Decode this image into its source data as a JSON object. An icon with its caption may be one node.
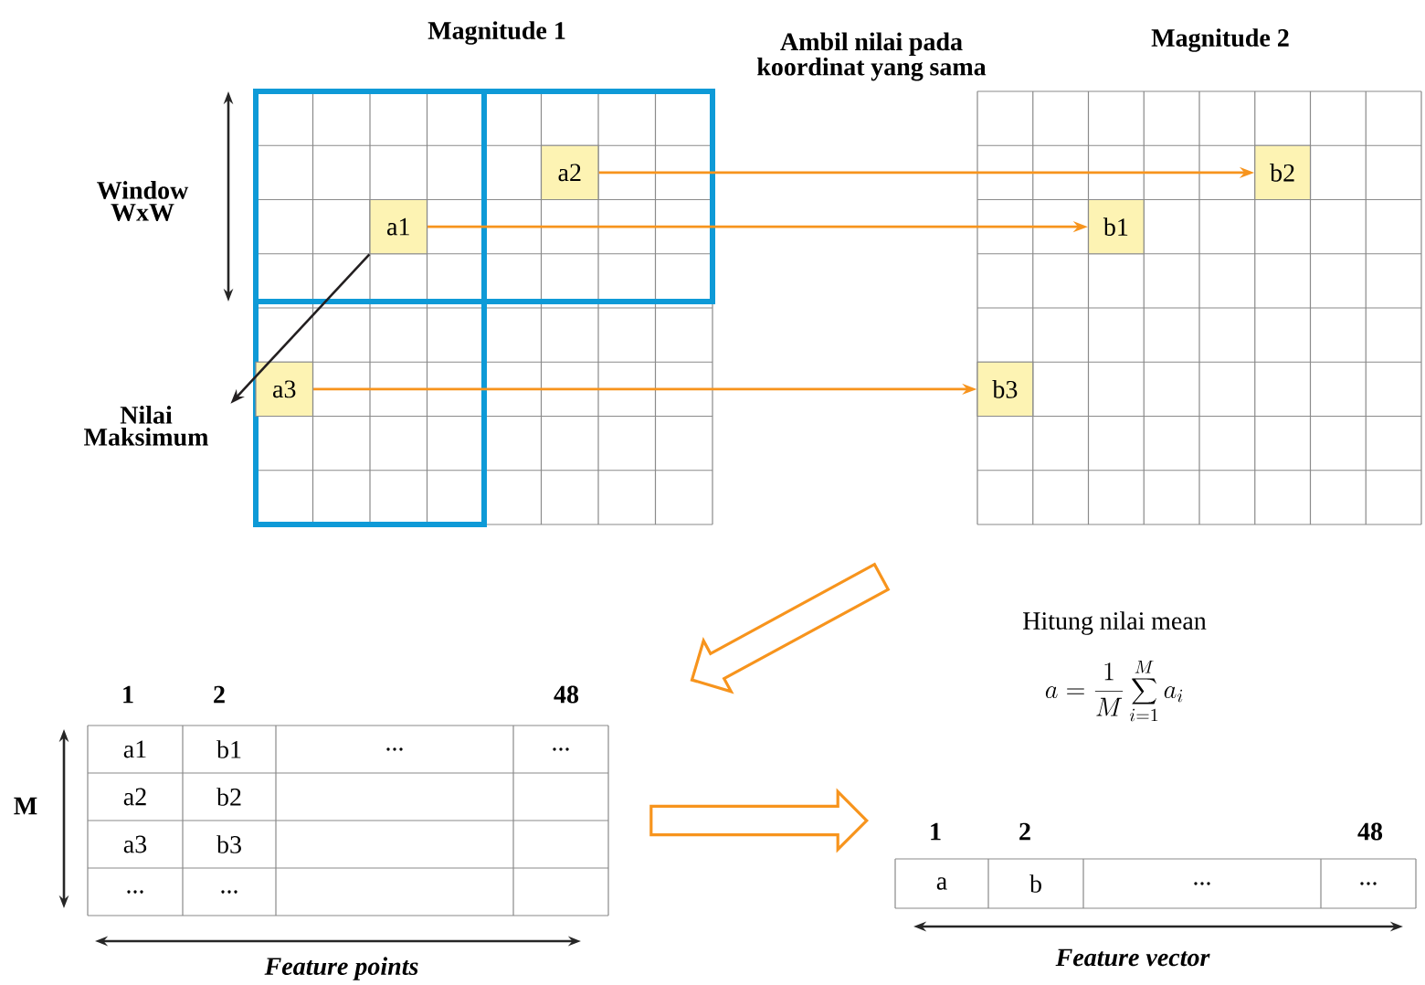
{
  "diagram": {
    "nodes": [
      {
        "text": [
          "Magnitude 1"
        ]
      },
      {
        "text": [
          "a2"
        ],
        "in": 0
      },
      {
        "text": [
          "a1"
        ],
        "in": 0
      },
      {
        "text": [
          "a3"
        ],
        "in": 0
      },
      {
        "text": [
          "Nilai Maksimum"
        ]
      },
      {
        "text": [
          "Magnitude 2"
        ]
      },
      {
        "text": [
          "b2"
        ],
        "in": 5
      },
      {
        "text": [
          "b1"
        ],
        "in": 5
      },
      {
        "text": [
          "b3"
        ],
        "in": 5
      },
      {
        "text": [],
        "shape": "table",
        "beside": [
          "1",
          "2",
          "48"
        ]
      },
      {
        "text": [],
        "shape": "table",
        "beside": [
          "1",
          "2",
          "48"
        ]
      }
    ],
    "edges": [
      {
        "from": 1,
        "to": 6,
        "arrow": "to"
      },
      {
        "from": 2,
        "to": 7,
        "arrow": "to"
      },
      {
        "from": 2,
        "to": 4,
        "arrow": "to",
        "color": "#231f20"
      },
      {
        "from": 3,
        "to": 8,
        "arrow": "to"
      },
      {
        "from": 5,
        "to": 9,
        "arrow": "to",
        "style": "thick"
      },
      {
        "from": 9,
        "to": 10,
        "arrow": "to",
        "style": "thick"
      }
    ],
    "labels": [
      "Window WxW",
      "Ambil nilai pada koordinat yang sama",
      "Hitung nilai mean",
      "a = \\frac{1}{M}\\sum_{i=1}^{M} a_i",
      "M",
      "a1",
      "b1",
      "...",
      "...",
      "a2",
      "b2",
      "a3",
      "b3",
      "...",
      "...",
      "Feature points",
      "a",
      "b",
      "...",
      "...",
      "Feature vector"
    ]
  }
}
